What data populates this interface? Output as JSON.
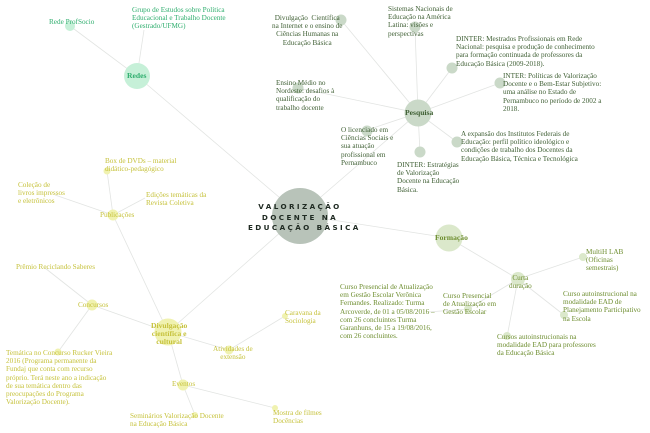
{
  "center": {
    "line1": "VALORIZAÇÃO",
    "line2": "DOCENTE NA",
    "line3": "EDUCAÇÃO BÁSICA"
  },
  "colors": {
    "redes": "#2fae6e",
    "pesquisa": "#3f5f34",
    "formacao": "#6e8e30",
    "divulgacao": "#c6c23c",
    "center": "#b8c3b9"
  },
  "redes": {
    "label": "Redes",
    "children": [
      "Rede ProfSocio",
      "Grupo de Estudos sobre Política\nEducacional e Trabalho Docente\n(Gestrado/UFMG)"
    ]
  },
  "pesquisa": {
    "label": "Pesquisa",
    "children": [
      "Divulgação  Científica\nna Internet e o ensino de\nCiências Humanas na\nEducação Básica",
      "Sistemas Nacionais de\nEducação na América\nLatina: visões e\nperspectivas",
      "DINTER: Mestrados Profissionais em Rede\nNacional: pesquisa e produção de conhecimento\npara formação continuada de professores da\nEducação Básica (2009-2018).",
      "INTER: Políticas de Valorização\nDocente e o Bem-Estar Subjetivo:\numa análise no Estado de\nPernambuco no período de 2002 a\n2018.",
      "Ensino Médio no\nNordeste: desafios à\nqualificação do\ntrabalho docente",
      "O licenciado em\nCiências Sociais e\nsua atuação\nprofissional em\nPernambuco",
      "DINTER: Estratégias\nde Valorização\nDocente na Educação\nBásica.",
      "A expansão dos Institutos Federais de\nEducação: perfil político ideológico e\ncondições de trabalho dos Docentes da\nEducação Básica, Técnica e Tecnológica"
    ]
  },
  "formacao": {
    "label": "Formação",
    "curta": "Curta\nduração",
    "children": [
      "MultiH LAB\n(Oficinas\nsemestrais)",
      "Curso autoinstrucional na\nmodalidade EAD de\nPlanejamento Participativo\nna Escola",
      "Cursos autoinstrucionais na\nmodalidade EAD para professores\nda Educação Básica",
      "Curso Presencial\nde Atualização em\nGestão Escolar"
    ],
    "detail": "Curso Presencial de Atualização\nem Gestão Escolar Verônica\nFernandes. Realizado: Turma\nArcoverde, de 01 a 05/08/2016 –\ncom 26 concluintes Turma\nGaranhuns, de 15 a 19/08/2016,\ncom 26 concluintes."
  },
  "divulgacao": {
    "label": "Divulgação\ncientífica e\ncultural",
    "publicacoes": "Publicações",
    "pub_children": [
      "Box de DVDs – material\ndidático-pedagógico",
      "Coleção de\nlivros impressos\ne eletrônicos",
      "Edições temáticas da\nRevista Coletiva"
    ],
    "concursos": "Concursos",
    "conc_children": [
      "Prêmio Reciclando Saberes",
      "Temática no Concurso Rucker Vieira\n2016 (Programa permanente da\nFundaj que conta com recurso\npróprio. Terá neste ano a indicação\nde sua temática dentro das\npreocupações do Programa\nValorização Docente)."
    ],
    "atividades": "Atividades de\nextensão",
    "ativ_children": [
      "Caravana da\nSociologia"
    ],
    "eventos": "Eventos",
    "ev_children": [
      "Seminários Valorização Docente\nna Educação Básica",
      "Mostra de filmes\nDocências"
    ]
  }
}
